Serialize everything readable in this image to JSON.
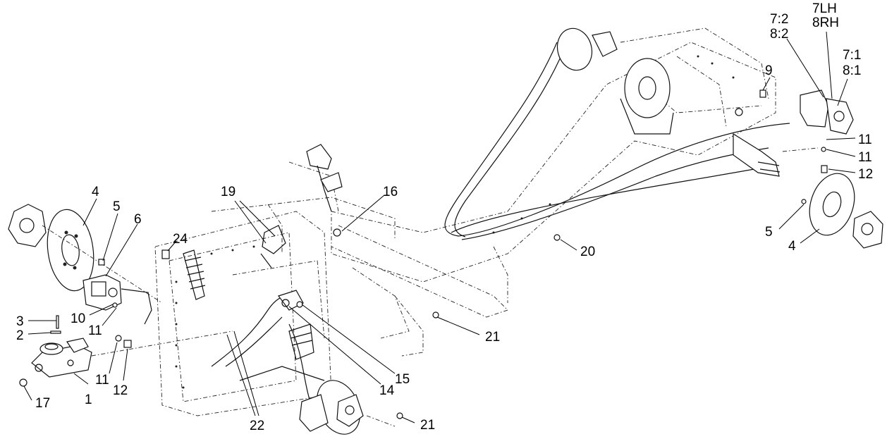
{
  "diagram": {
    "type": "exploded-parts-view",
    "callouts": {
      "c1": "1",
      "c2": "2",
      "c3": "3",
      "c4_left": "4",
      "c5_left": "5",
      "c6": "6",
      "c7_2": "7:2",
      "c8_2": "8:2",
      "c7lh": "7LH",
      "c8rh": "8RH",
      "c7_1": "7:1",
      "c8_1": "8:1",
      "c9": "9",
      "c10": "10",
      "c11_a": "11",
      "c11_b": "11",
      "c11_c": "11",
      "c11_d": "11",
      "c12_a": "12",
      "c12_b": "12",
      "c14": "14",
      "c15": "15",
      "c16": "16",
      "c17": "17",
      "c19": "19",
      "c20": "20",
      "c21_a": "21",
      "c21_b": "21",
      "c22": "22",
      "c24": "24",
      "c4_right": "4",
      "c5_right": "5"
    }
  }
}
